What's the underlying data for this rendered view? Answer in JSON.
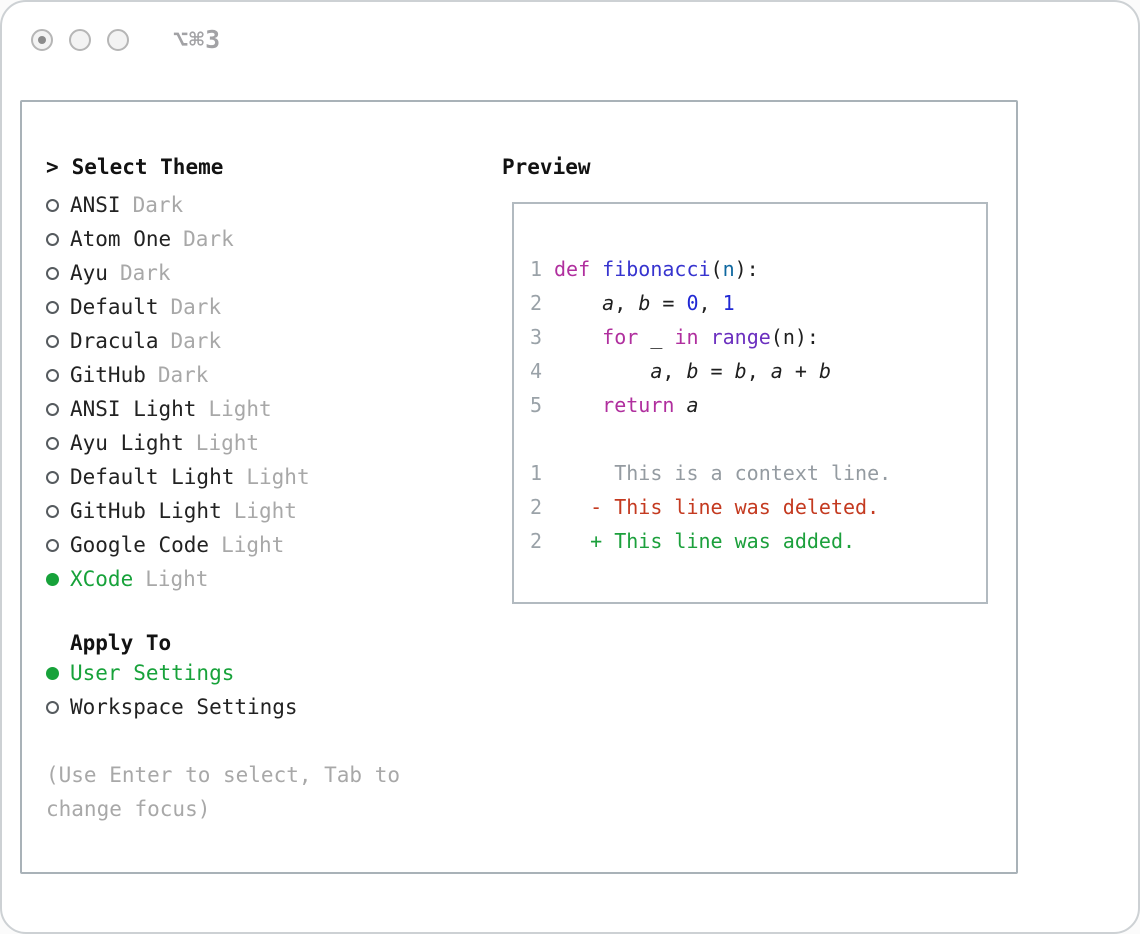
{
  "window": {
    "shortcut": "⌥⌘3"
  },
  "colors": {
    "accent": "#17a23a",
    "muted": "#a8a8a8",
    "linenum": "#9aa2a8",
    "keyword": "#b02f9e",
    "function": "#3734cf",
    "builtin": "#6b2fbf",
    "number": "#2028d4",
    "param": "#0f68a0",
    "context": "#949ba1",
    "deleted": "#c43a20",
    "added": "#1ca03c"
  },
  "theme_panel": {
    "title_prefix": ">",
    "title": "Select Theme",
    "items": [
      {
        "name": "ANSI",
        "variant": "Dark",
        "selected": false
      },
      {
        "name": "Atom One",
        "variant": "Dark",
        "selected": false
      },
      {
        "name": "Ayu",
        "variant": "Dark",
        "selected": false
      },
      {
        "name": "Default",
        "variant": "Dark",
        "selected": false
      },
      {
        "name": "Dracula",
        "variant": "Dark",
        "selected": false
      },
      {
        "name": "GitHub",
        "variant": "Dark",
        "selected": false
      },
      {
        "name": "ANSI Light",
        "variant": "Light",
        "selected": false
      },
      {
        "name": "Ayu Light",
        "variant": "Light",
        "selected": false
      },
      {
        "name": "Default Light",
        "variant": "Light",
        "selected": false
      },
      {
        "name": "GitHub Light",
        "variant": "Light",
        "selected": false
      },
      {
        "name": "Google Code",
        "variant": "Light",
        "selected": false
      },
      {
        "name": "XCode",
        "variant": "Light",
        "selected": true
      }
    ],
    "apply_title": "Apply To",
    "apply_options": [
      {
        "label": "User Settings",
        "selected": true
      },
      {
        "label": "Workspace Settings",
        "selected": false
      }
    ],
    "hint": "(Use Enter to select, Tab to change focus)"
  },
  "preview": {
    "title": "Preview",
    "lines": [
      {
        "num": "1",
        "tokens": [
          [
            "def",
            "kw"
          ],
          [
            " ",
            "pl"
          ],
          [
            "fibonacci",
            "fn"
          ],
          [
            "(",
            "pl"
          ],
          [
            "n",
            "pr"
          ],
          [
            "):",
            "pl"
          ]
        ]
      },
      {
        "num": "2",
        "tokens": [
          [
            "    ",
            "pl"
          ],
          [
            "a",
            "va"
          ],
          [
            ", ",
            "pl"
          ],
          [
            "b",
            "va"
          ],
          [
            " = ",
            "pl"
          ],
          [
            "0",
            "nu"
          ],
          [
            ", ",
            "pl"
          ],
          [
            "1",
            "nu"
          ]
        ]
      },
      {
        "num": "3",
        "tokens": [
          [
            "    ",
            "pl"
          ],
          [
            "for",
            "kw"
          ],
          [
            " ",
            "pl"
          ],
          [
            "_",
            "va"
          ],
          [
            " ",
            "pl"
          ],
          [
            "in",
            "kw"
          ],
          [
            " ",
            "pl"
          ],
          [
            "range",
            "rg"
          ],
          [
            "(n):",
            "pl"
          ]
        ]
      },
      {
        "num": "4",
        "tokens": [
          [
            "        ",
            "pl"
          ],
          [
            "a",
            "va"
          ],
          [
            ", ",
            "pl"
          ],
          [
            "b",
            "va"
          ],
          [
            " = ",
            "pl"
          ],
          [
            "b",
            "va"
          ],
          [
            ", ",
            "pl"
          ],
          [
            "a",
            "va"
          ],
          [
            " + ",
            "pl"
          ],
          [
            "b",
            "va"
          ]
        ]
      },
      {
        "num": "5",
        "tokens": [
          [
            "    ",
            "pl"
          ],
          [
            "return",
            "kw"
          ],
          [
            " ",
            "pl"
          ],
          [
            "a",
            "va"
          ]
        ]
      },
      {
        "num": "",
        "tokens": []
      },
      {
        "num": "1",
        "tokens": [
          [
            "     This is a context line.",
            "ctx"
          ]
        ]
      },
      {
        "num": "2",
        "tokens": [
          [
            "   - This line was deleted.",
            "del"
          ]
        ]
      },
      {
        "num": "2",
        "tokens": [
          [
            "   + This line was added.",
            "add"
          ]
        ]
      }
    ]
  }
}
